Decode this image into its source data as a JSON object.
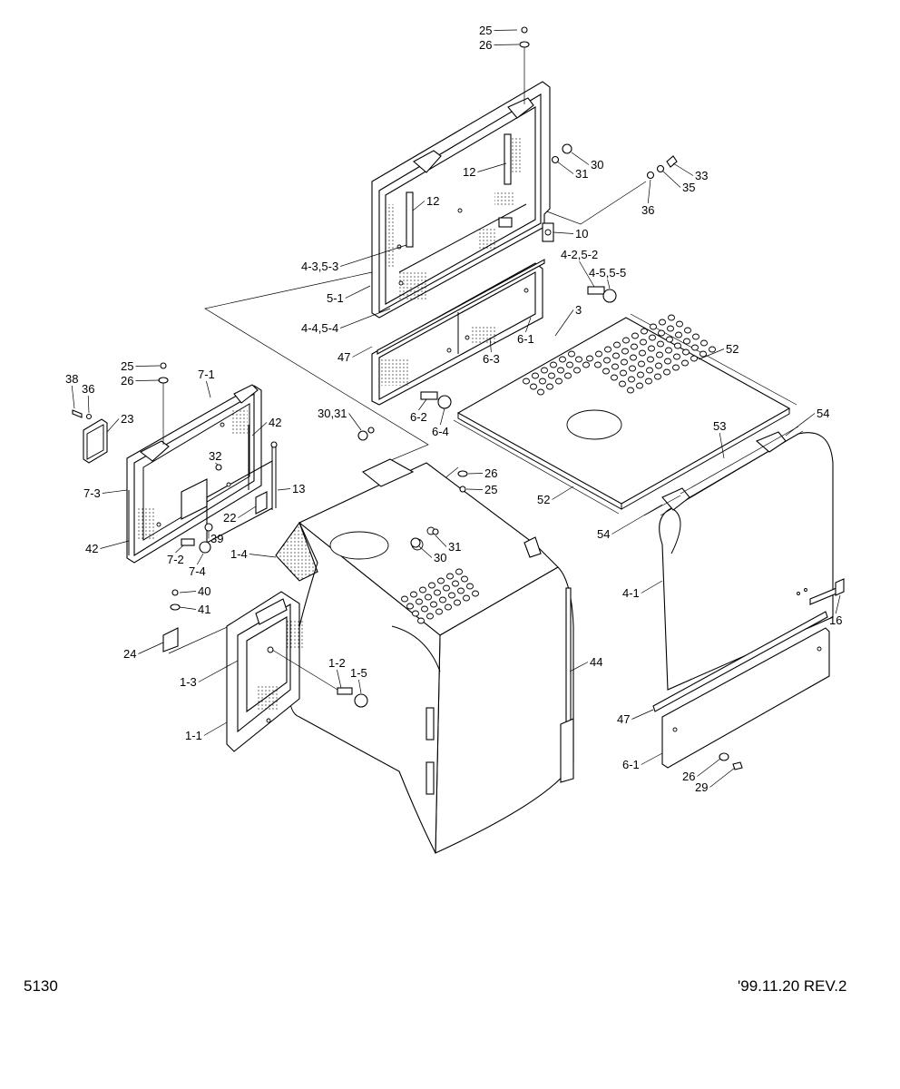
{
  "footer": {
    "page_code": "5130",
    "revision": "'99.11.20  REV.2"
  },
  "callouts": [
    {
      "id": "c-25a",
      "text": "25"
    },
    {
      "id": "c-26a",
      "text": "26"
    },
    {
      "id": "c-12a",
      "text": "12"
    },
    {
      "id": "c-12b",
      "text": "12"
    },
    {
      "id": "c-30a",
      "text": "30"
    },
    {
      "id": "c-31a",
      "text": "31"
    },
    {
      "id": "c-33",
      "text": "33"
    },
    {
      "id": "c-35",
      "text": "35"
    },
    {
      "id": "c-36a",
      "text": "36"
    },
    {
      "id": "c-10",
      "text": "10"
    },
    {
      "id": "c-4-3",
      "text": "4-3,5-3"
    },
    {
      "id": "c-4-2",
      "text": "4-2,5-2"
    },
    {
      "id": "c-4-5",
      "text": "4-5,5-5"
    },
    {
      "id": "c-5-1",
      "text": "5-1"
    },
    {
      "id": "c-4-4",
      "text": "4-4,5-4"
    },
    {
      "id": "c-3",
      "text": "3"
    },
    {
      "id": "c-52a",
      "text": "52"
    },
    {
      "id": "c-47a",
      "text": "47"
    },
    {
      "id": "c-6-1a",
      "text": "6-1"
    },
    {
      "id": "c-6-3",
      "text": "6-3"
    },
    {
      "id": "c-25b",
      "text": "25"
    },
    {
      "id": "c-26b",
      "text": "26"
    },
    {
      "id": "c-7-1",
      "text": "7-1"
    },
    {
      "id": "c-38",
      "text": "38"
    },
    {
      "id": "c-36b",
      "text": "36"
    },
    {
      "id": "c-23",
      "text": "23"
    },
    {
      "id": "c-42a",
      "text": "42"
    },
    {
      "id": "c-30-31",
      "text": "30,31"
    },
    {
      "id": "c-6-2",
      "text": "6-2"
    },
    {
      "id": "c-6-4",
      "text": "6-4"
    },
    {
      "id": "c-54a",
      "text": "54"
    },
    {
      "id": "c-53",
      "text": "53"
    },
    {
      "id": "c-32",
      "text": "32"
    },
    {
      "id": "c-26c",
      "text": "26"
    },
    {
      "id": "c-25c",
      "text": "25"
    },
    {
      "id": "c-7-3",
      "text": "7-3"
    },
    {
      "id": "c-13",
      "text": "13"
    },
    {
      "id": "c-22",
      "text": "22"
    },
    {
      "id": "c-52b",
      "text": "52"
    },
    {
      "id": "c-54b",
      "text": "54"
    },
    {
      "id": "c-39",
      "text": "39"
    },
    {
      "id": "c-42b",
      "text": "42"
    },
    {
      "id": "c-7-2",
      "text": "7-2"
    },
    {
      "id": "c-7-4",
      "text": "7-4"
    },
    {
      "id": "c-1-4",
      "text": "1-4"
    },
    {
      "id": "c-30b",
      "text": "30"
    },
    {
      "id": "c-31b",
      "text": "31"
    },
    {
      "id": "c-4-1",
      "text": "4-1"
    },
    {
      "id": "c-16",
      "text": "16"
    },
    {
      "id": "c-40",
      "text": "40"
    },
    {
      "id": "c-41",
      "text": "41"
    },
    {
      "id": "c-24",
      "text": "24"
    },
    {
      "id": "c-1-2",
      "text": "1-2"
    },
    {
      "id": "c-1-5",
      "text": "1-5"
    },
    {
      "id": "c-44",
      "text": "44"
    },
    {
      "id": "c-1-3",
      "text": "1-3"
    },
    {
      "id": "c-47b",
      "text": "47"
    },
    {
      "id": "c-1-1",
      "text": "1-1"
    },
    {
      "id": "c-6-1b",
      "text": "6-1"
    },
    {
      "id": "c-26d",
      "text": "26"
    },
    {
      "id": "c-29",
      "text": "29"
    }
  ]
}
